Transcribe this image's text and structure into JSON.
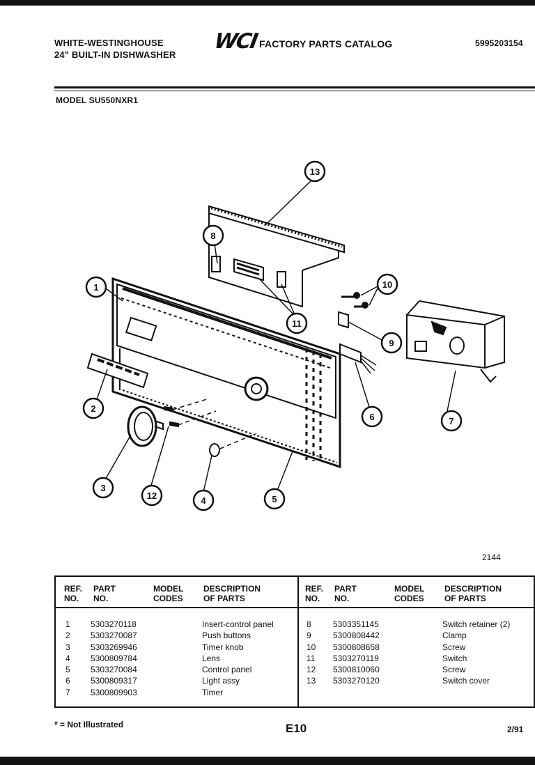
{
  "header": {
    "brand_line1": "WHITE-WESTINGHOUSE",
    "brand_line2": "24\" BUILT-IN DISHWASHER",
    "logo_text": "WCI",
    "catalog_title": "FACTORY PARTS CATALOG",
    "catalog_number": "5995203154",
    "model_line": "MODEL SU550NXR1"
  },
  "diagram": {
    "figure_number": "2144",
    "callouts": [
      "1",
      "2",
      "3",
      "4",
      "5",
      "6",
      "7",
      "8",
      "9",
      "10",
      "11",
      "12",
      "13"
    ]
  },
  "table": {
    "headers": {
      "ref_no": "REF.\nNO.",
      "part_no": "PART\nNO.",
      "model_codes": "MODEL\nCODES",
      "description": "DESCRIPTION\nOF PARTS"
    },
    "left_rows": [
      {
        "ref": "1",
        "part": "5303270118",
        "desc": "Insert-control panel"
      },
      {
        "ref": "2",
        "part": "5303270087",
        "desc": "Push buttons"
      },
      {
        "ref": "3",
        "part": "5303269946",
        "desc": "Timer knob"
      },
      {
        "ref": "4",
        "part": "5300809784",
        "desc": "Lens"
      },
      {
        "ref": "5",
        "part": "5303270084",
        "desc": "Control panel"
      },
      {
        "ref": "6",
        "part": "5300809317",
        "desc": "Light assy"
      },
      {
        "ref": "7",
        "part": "5300809903",
        "desc": "Timer"
      }
    ],
    "right_rows": [
      {
        "ref": "8",
        "part": "5303351145",
        "desc": "Switch retainer (2)"
      },
      {
        "ref": "9",
        "part": "5300808442",
        "desc": "Clamp"
      },
      {
        "ref": "10",
        "part": "5300808658",
        "desc": "Screw"
      },
      {
        "ref": "11",
        "part": "5303270119",
        "desc": "Switch"
      },
      {
        "ref": "12",
        "part": "5300810060",
        "desc": "Screw"
      },
      {
        "ref": "13",
        "part": "5303270120",
        "desc": "Switch cover"
      }
    ]
  },
  "footer": {
    "note": "* = Not Illustrated",
    "page_code": "E10",
    "date": "2/91"
  }
}
